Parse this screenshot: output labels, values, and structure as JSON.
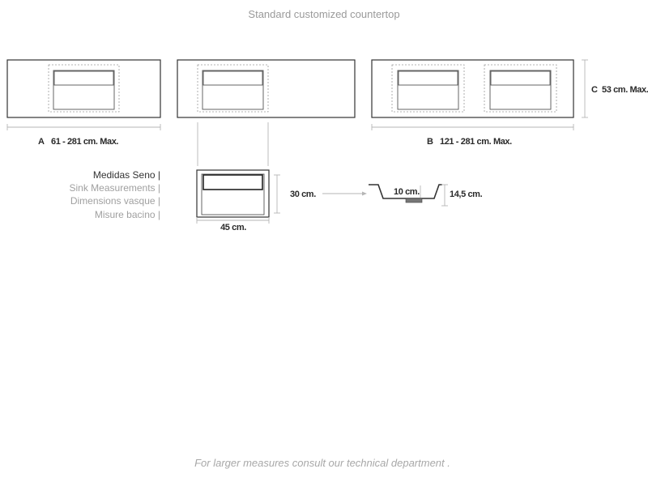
{
  "title": "Standard customized countertop",
  "dimensions": {
    "a_letter": "A",
    "a_range": "61 - 281 cm. Max.",
    "b_letter": "B",
    "b_range": "121 - 281 cm. Max.",
    "c_letter": "C",
    "c_range": "53 cm. Max.*"
  },
  "legend": {
    "es": "Medidas Seno |",
    "en": "Sink Measurements |",
    "fr": "Dimensions vasque |",
    "it": "Misure bacino |"
  },
  "sink": {
    "height": "30 cm.",
    "width": "45 cm.",
    "depth": "14,5 cm.",
    "drain": "10 cm."
  },
  "footer": "For larger measures consult our technical department ."
}
